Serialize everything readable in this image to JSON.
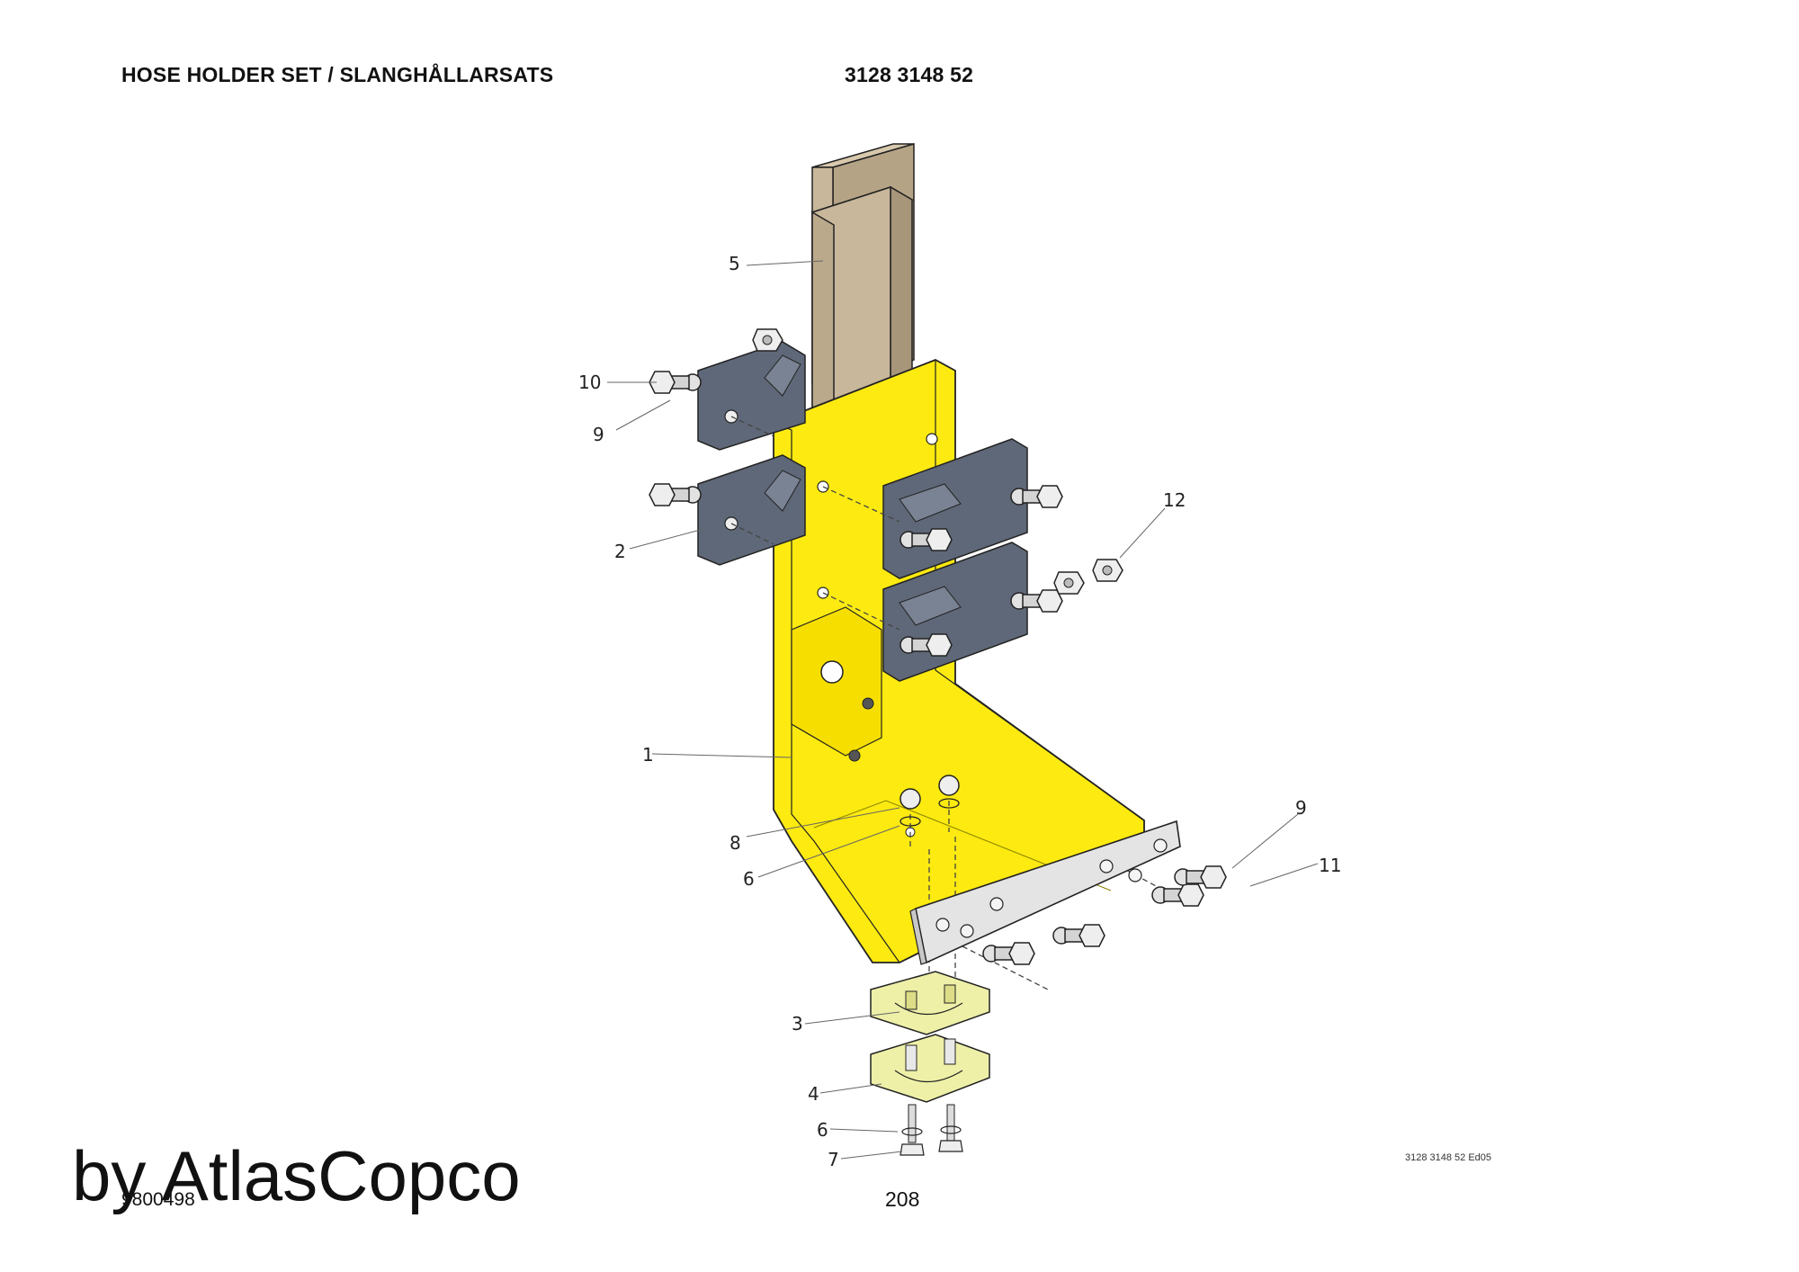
{
  "header": {
    "title": "HOSE HOLDER SET / SLANGHÅLLARSATS",
    "part_number": "3128 3148 52"
  },
  "callouts": {
    "c5": "5",
    "c10": "10",
    "c9a": "9",
    "c2": "2",
    "c12": "12",
    "c1": "1",
    "c8": "8",
    "c6a": "6",
    "c9b": "9",
    "c11": "11",
    "c3": "3",
    "c4": "4",
    "c6b": "6",
    "c7": "7"
  },
  "footer": {
    "doc_number": "9800498",
    "page_number": "208",
    "watermark": "by AtlasCopco",
    "edition": "3128 3148 52 Ed05"
  },
  "colors": {
    "bracket_yellow": "#fcea10",
    "clamp_gray": "#5f6878",
    "wood_tan": "#c8b79a",
    "plate_gray": "#e4e4e4",
    "saddle_light": "#eef0a8"
  }
}
